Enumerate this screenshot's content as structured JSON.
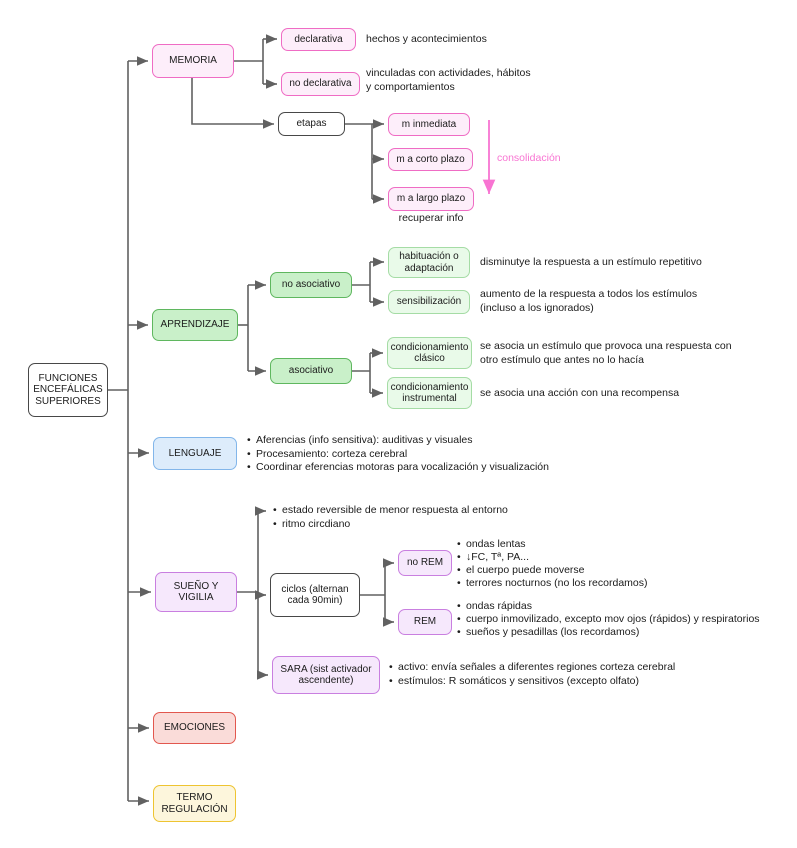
{
  "title": "FUNCIONES ENCEFÁLICAS SUPERIORES",
  "colors": {
    "wire": "#616161",
    "pink_border": "#ef6cc4",
    "pink_fill": "#fdeefa",
    "green_dark_border": "#5fb75f",
    "green_dark_fill": "#c9f0c9",
    "green_light_border": "#a5dca5",
    "green_light_fill": "#e9fae9",
    "blue_border": "#82b6ea",
    "blue_fill": "#ddecfb",
    "purple_border": "#c97fe0",
    "purple_fill": "#f6e8fc",
    "red_border": "#e2574e",
    "red_fill": "#fadcd9",
    "yellow_border": "#eec431",
    "yellow_fill": "#fdf6dc",
    "consolidation_pink": "#f874d2"
  },
  "nodes": {
    "root": {
      "label": "FUNCIONES ENCEFÁLICAS SUPERIORES"
    },
    "memoria": {
      "label": "MEMORIA"
    },
    "declarativa": {
      "label": "declarativa",
      "desc": "hechos y acontecimientos"
    },
    "no_declarativa": {
      "label": "no declarativa",
      "desc": "vinculadas con actividades, hábitos y comportamientos"
    },
    "etapas": {
      "label": "etapas"
    },
    "m_inmediata": {
      "label": "m inmediata"
    },
    "m_corto": {
      "label": "m a corto plazo"
    },
    "m_largo": {
      "label": "m a largo plazo",
      "note": "recuperar info"
    },
    "consolidacion": {
      "label": "consolidación"
    },
    "aprendizaje": {
      "label": "APRENDIZAJE"
    },
    "no_asociativo": {
      "label": "no asociativo"
    },
    "habituacion": {
      "label": "habituación o adaptación",
      "desc": "disminutye la respuesta a un estímulo repetitivo"
    },
    "sensibilizacion": {
      "label": "sensibilización",
      "desc": "aumento de la respuesta a todos los estímulos (incluso a los ignorados)"
    },
    "asociativo": {
      "label": "asociativo"
    },
    "cond_clasico": {
      "label": "condicionamiento clásico",
      "desc": "se asocia un estímulo que provoca una respuesta con otro estímulo que antes no lo hacía"
    },
    "cond_instrumental": {
      "label": "condicionamiento instrumental",
      "desc": "se asocia una acción con una recompensa"
    },
    "lenguaje": {
      "label": "LENGUAJE",
      "bullets": [
        "Aferencias (info sensitiva): auditivas y visuales",
        "Procesamiento: corteza cerebral",
        "Coordinar eferencias motoras para vocalización y visualización"
      ]
    },
    "sueno": {
      "label": "SUEÑO Y VIGILIA",
      "bullets": [
        "estado reversible de menor respuesta al entorno",
        "ritmo circdiano"
      ]
    },
    "ciclos": {
      "label": "ciclos (alternan cada 90min)"
    },
    "no_rem": {
      "label": "no REM",
      "bullets": [
        "ondas lentas",
        "↓FC, Tª, PA...",
        "el cuerpo puede moverse",
        "terrores nocturnos (no los recordamos)"
      ]
    },
    "rem": {
      "label": "REM",
      "bullets": [
        "ondas rápidas",
        "cuerpo inmovilizado, excepto mov ojos (rápidos) y respiratorios",
        "sueños y pesadillas (los recordamos)"
      ]
    },
    "sara": {
      "label": "SARA (sist activador ascendente)",
      "bullets": [
        "activo: envía señales a diferentes regiones corteza cerebral",
        "estímulos: R somáticos y sensitivos (excepto olfato)"
      ]
    },
    "emociones": {
      "label": "EMOCIONES"
    },
    "termo": {
      "label": "TERMO REGULACIÓN"
    }
  }
}
